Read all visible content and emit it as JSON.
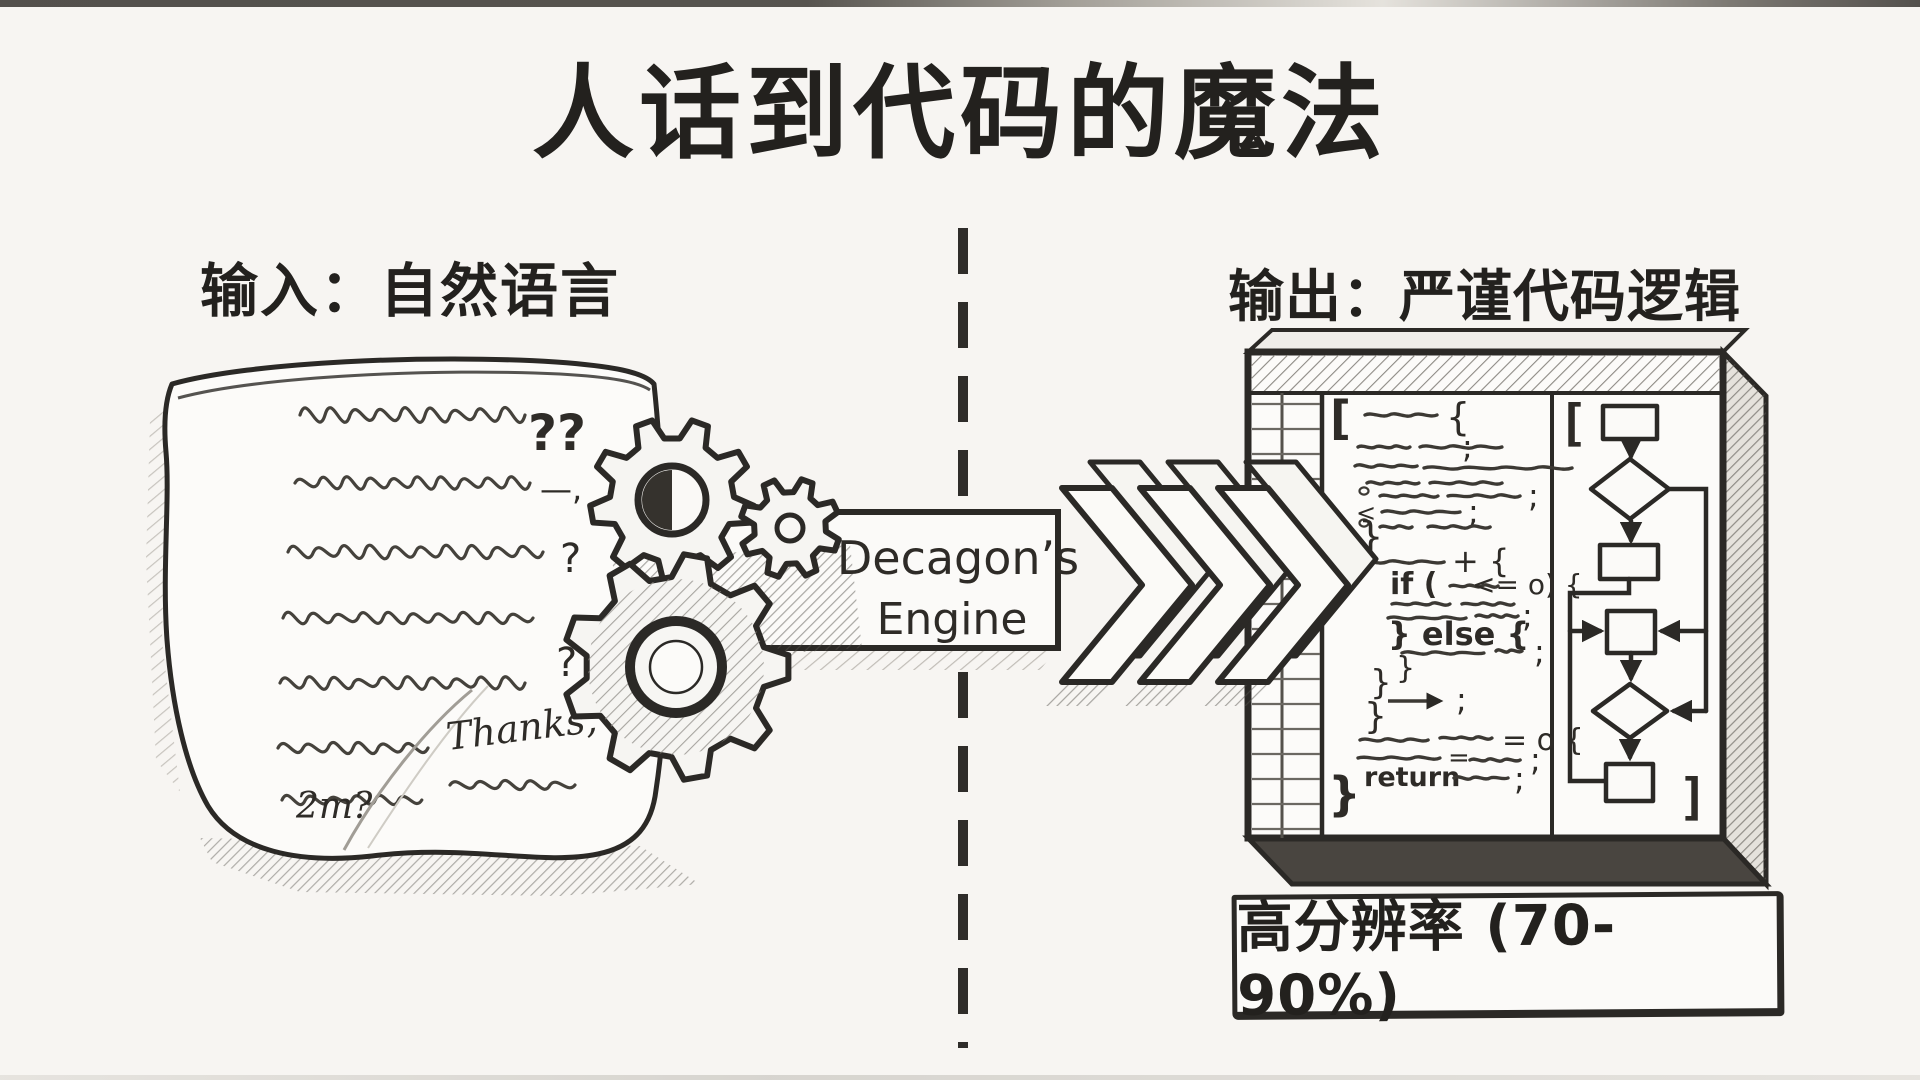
{
  "page": {
    "background": "#f7f5f2",
    "ink": "#2b2926"
  },
  "title": {
    "text": "人话到代码的魔法"
  },
  "input_section": {
    "label": "输入：自然语言",
    "note": {
      "question_marks": "??",
      "trailing_comma": "—,",
      "question_1": "?",
      "question_2": "?",
      "sign_off": "Thanks,",
      "closing_scribble": "2m?"
    }
  },
  "engine": {
    "name_line_1": "Decagon’s",
    "name_line_2": "Engine"
  },
  "output_section": {
    "label": "输出：严谨代码逻辑",
    "code": {
      "bracket_open": "[",
      "brace_open": "{",
      "semicolon": ";",
      "brace_close": "}",
      "plus_brace": "+ {",
      "less_than": "<",
      "if_keyword": "if (",
      "if_condition_close": "<= o) {",
      "else_clause": "} else {",
      "equals": "=",
      "assign_brace": "= o {",
      "return_keyword": "return",
      "bracket_close": "}"
    },
    "flowchart": {
      "bracket_open": "[",
      "bracket_close": "]"
    }
  },
  "badge": {
    "text": "高分辨率 (70-90%)"
  }
}
